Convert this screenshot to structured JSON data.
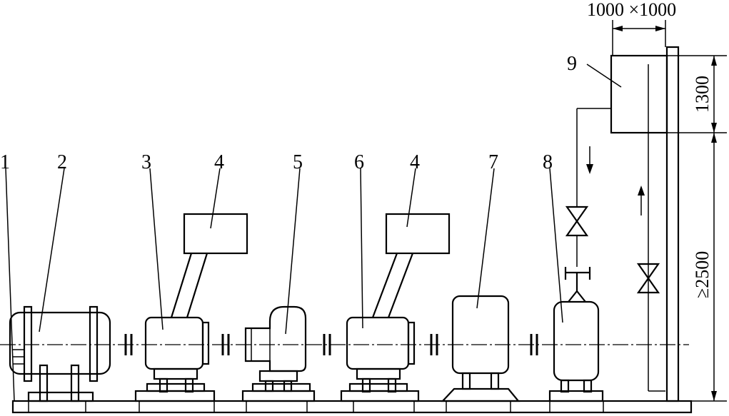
{
  "labels": {
    "l1": "1",
    "l2": "2",
    "l3": "3",
    "l4a": "4",
    "l5": "5",
    "l6": "6",
    "l4b": "4",
    "l7": "7",
    "l8": "8",
    "l9": "9"
  },
  "dimensions": {
    "tank_size": "1000 ×1000",
    "tank_height": "1300",
    "min_height": "≥2500"
  },
  "colors": {
    "line": "#000000",
    "background": "#ffffff"
  }
}
